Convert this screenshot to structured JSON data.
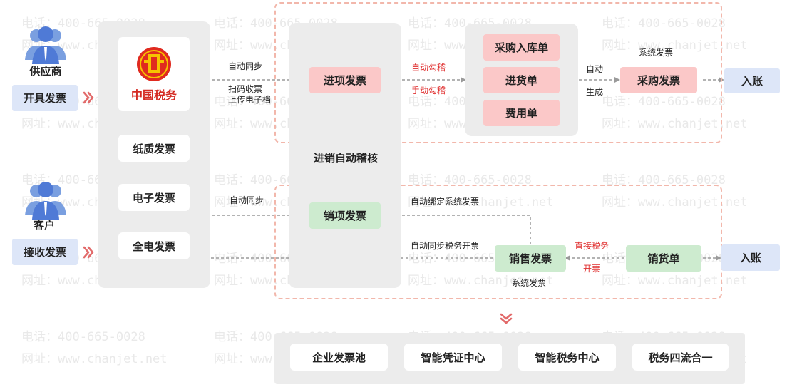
{
  "watermark": {
    "phone": "电话：400-665-0028",
    "site": "网址：www.chanjet.net"
  },
  "left": {
    "supplier": {
      "label": "供应商",
      "action": "开具发票"
    },
    "customer": {
      "label": "客户",
      "action": "接收发票"
    }
  },
  "invoice_types": {
    "logo_text": "中国税务",
    "paper": "纸质发票",
    "electronic": "电子发票",
    "full_electronic": "全电发票"
  },
  "middle": {
    "input_invoice": "进项发票",
    "output_invoice": "销项发票",
    "audit": "进销自动稽核",
    "auto_sync_top": "自动同步",
    "scan_line1": "扫码收票",
    "scan_line2": "上传电子档",
    "auto_sync_bottom": "自动同步"
  },
  "purchase": {
    "auto_check": "自动勾稽",
    "manual_check": "手动勾稽",
    "docs": [
      "采购入库单",
      "进货单",
      "费用单"
    ],
    "auto": "自动",
    "generate": "生成",
    "system_invoice_top": "系统发票",
    "purchase_invoice": "采购发票",
    "account_top": "入账"
  },
  "sales": {
    "auto_bind": "自动绑定系统发票",
    "auto_sync_tax": "自动同步税务开票",
    "sales_invoice": "销售发票",
    "system_invoice_bottom": "系统发票",
    "direct_tax": "直接税务",
    "issue": "开票",
    "delivery_note": "销货单",
    "account_bottom": "入账"
  },
  "bottom": {
    "items": [
      "企业发票池",
      "智能凭证中心",
      "智能税务中心",
      "税务四流合一"
    ]
  }
}
